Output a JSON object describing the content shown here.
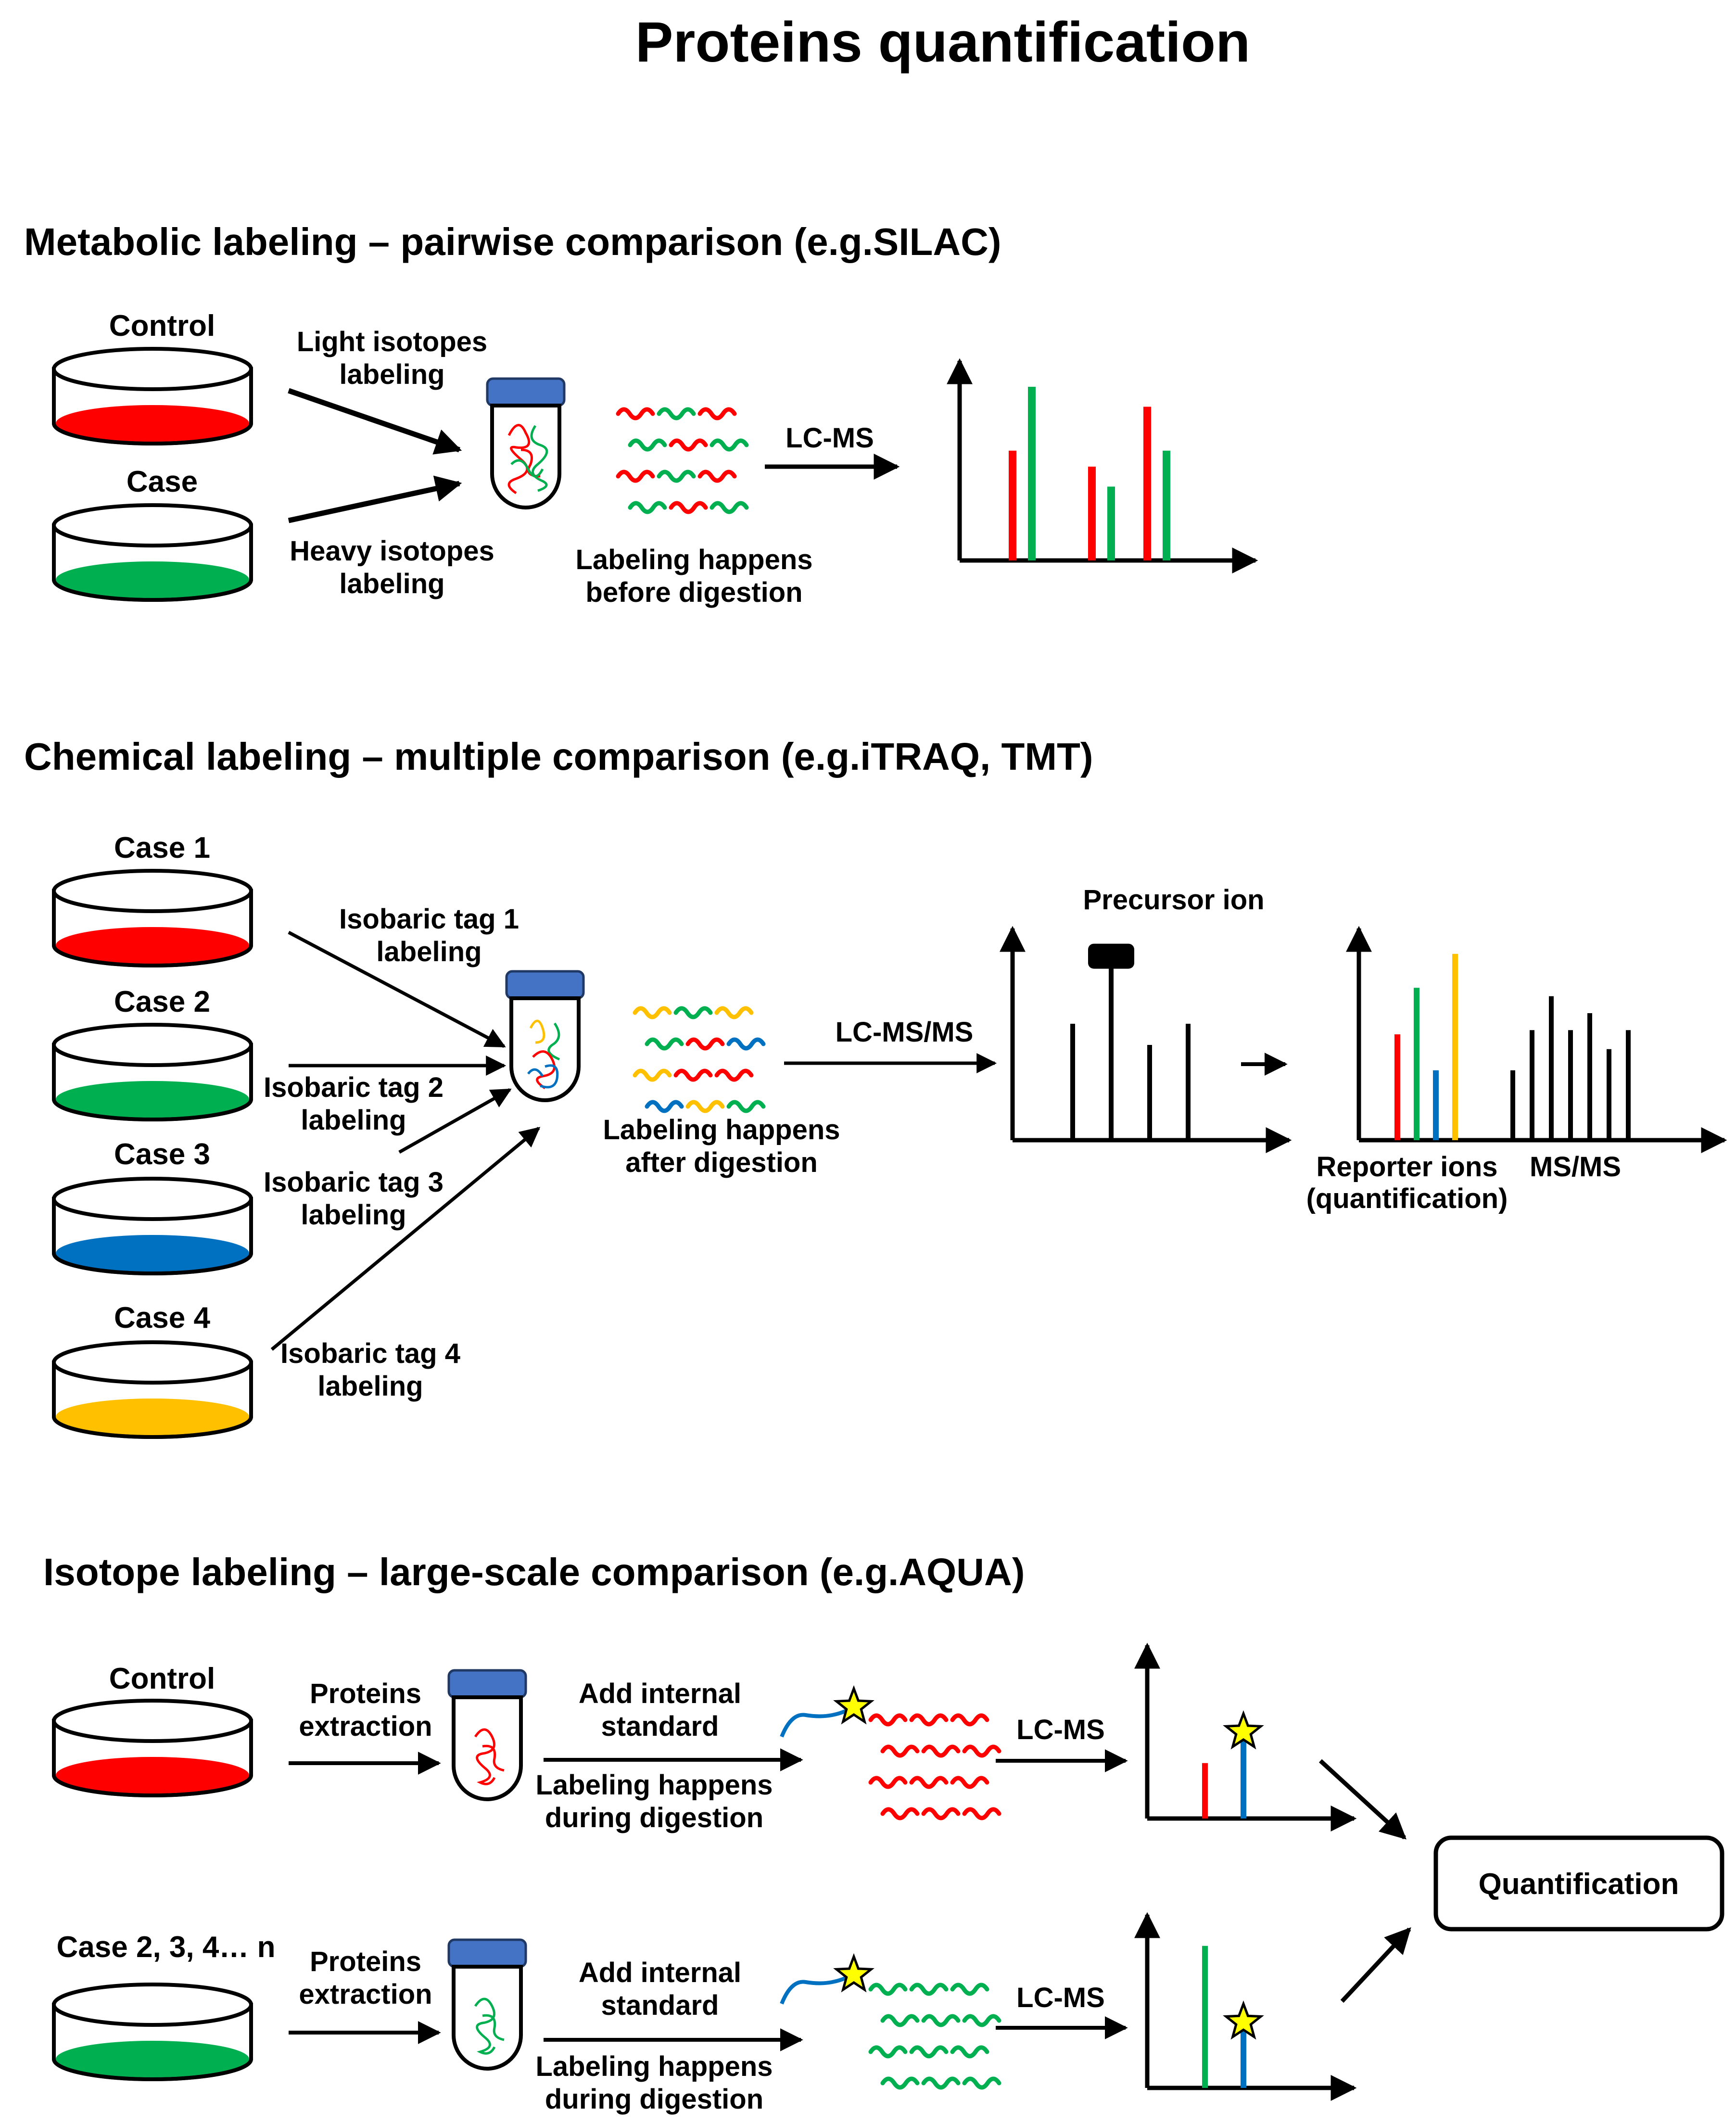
{
  "title": "Proteins quantification",
  "colors": {
    "red": "#ff0000",
    "green": "#00b050",
    "blue": "#0070c0",
    "yellow": "#ffc000",
    "tube_cap": "#4472c4",
    "star": "#ffff00"
  },
  "metabolic": {
    "heading": "Metabolic labeling – pairwise comparison (e.g.SILAC)",
    "control_label": "Control",
    "case_label": "Case",
    "light_line1": "Light isotopes",
    "light_line2": "labeling",
    "heavy_line1": "Heavy isotopes",
    "heavy_line2": "labeling",
    "note_line1": "Labeling happens",
    "note_line2": "before digestion",
    "method": "LC-MS",
    "spectrum_peaks": [
      {
        "color": "red",
        "value": 0.55
      },
      {
        "color": "green",
        "value": 0.87
      },
      {
        "color": "red",
        "value": 0.47
      },
      {
        "color": "green",
        "value": 0.37
      },
      {
        "color": "red",
        "value": 0.77
      },
      {
        "color": "green",
        "value": 0.55
      }
    ]
  },
  "chemical": {
    "heading": "Chemical labeling – multiple comparison (e.g.iTRAQ,  TMT)",
    "cases": [
      {
        "label": "Case 1",
        "color": "red",
        "tag1": "Isobaric tag 1",
        "tag2": "labeling"
      },
      {
        "label": "Case 2",
        "color": "green",
        "tag1": "Isobaric tag 2",
        "tag2": "labeling"
      },
      {
        "label": "Case 3",
        "color": "blue",
        "tag1": "Isobaric tag 3",
        "tag2": "labeling"
      },
      {
        "label": "Case 4",
        "color": "yellow",
        "tag1": "Isobaric tag 4",
        "tag2": "labeling"
      }
    ],
    "note_line1": "Labeling happens",
    "note_line2": "after digestion",
    "method": "LC-MS/MS",
    "precursor_label": "Precursor ion",
    "ms1_peaks": [
      0.55,
      0.86,
      0.45,
      0.55
    ],
    "reporter_peaks": [
      {
        "color": "red",
        "value": 0.5
      },
      {
        "color": "green",
        "value": 0.72
      },
      {
        "color": "blue",
        "value": 0.33
      },
      {
        "color": "yellow",
        "value": 0.88
      }
    ],
    "msms_peaks": [
      0.33,
      0.52,
      0.68,
      0.52,
      0.6,
      0.43,
      0.52
    ],
    "reporter_label1": "Reporter ions",
    "reporter_label2": "(quantification)",
    "msms_label": "MS/MS"
  },
  "isotope": {
    "heading": "Isotope labeling – large-scale comparison (e.g.AQUA)",
    "control_label": "Control",
    "case_label": "Case 2, 3, 4… n",
    "extraction_line1": "Proteins",
    "extraction_line2": "extraction",
    "standard_line1": "Add internal",
    "standard_line2": "standard",
    "note_line1": "Labeling happens",
    "note_line2": "during digestion",
    "method": "LC-MS",
    "control_peaks": [
      {
        "color": "red",
        "value": 0.32
      },
      {
        "color": "blue",
        "value": 0.5
      }
    ],
    "case_peaks": [
      {
        "color": "green",
        "value": 0.82
      },
      {
        "color": "blue",
        "value": 0.38
      }
    ],
    "result": "Quantification"
  }
}
